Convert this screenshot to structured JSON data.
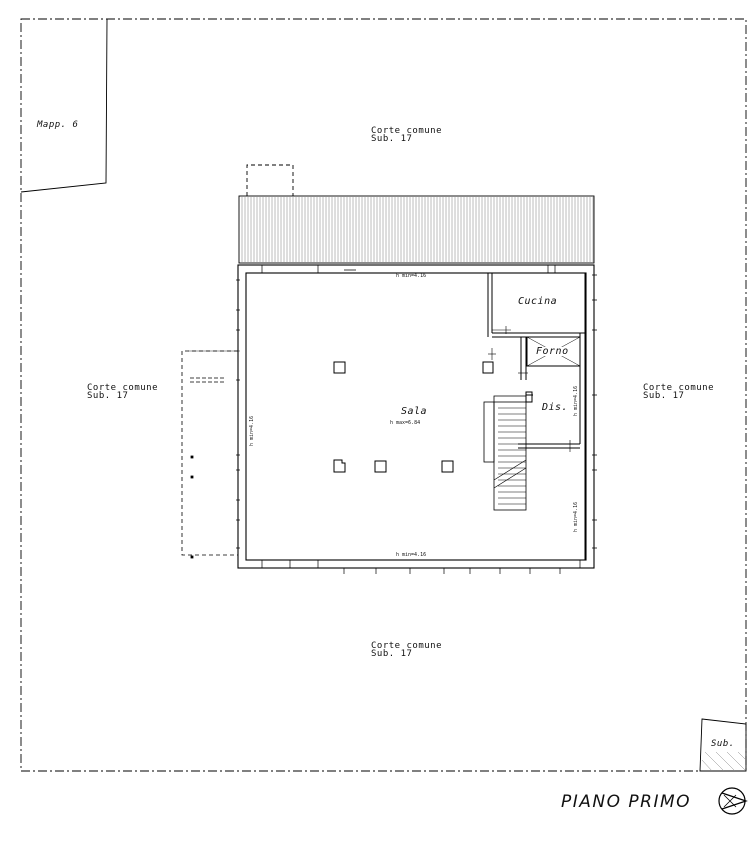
{
  "drawing": {
    "title": "PIANO PRIMO",
    "north_symbol": "north-arrow-icon",
    "line_color": "#000000"
  },
  "labels": {
    "mapp": "Mapp. 6",
    "corte_top_1": "Corte comune",
    "corte_top_2": "Sub. 17",
    "corte_left_1": "Corte comune",
    "corte_left_2": "Sub. 17",
    "corte_right_1": "Corte comune",
    "corte_right_2": "Sub. 17",
    "corte_bottom_1": "Corte comune",
    "corte_bottom_2": "Sub. 17",
    "sub_corner": "Sub.",
    "rooms": {
      "cucina": "Cucina",
      "forno": "Forno",
      "sala": "Sala",
      "dis": "Dis."
    },
    "heights": {
      "top": "h min=4.16",
      "bottom": "h min=4.16",
      "left": "h min=4.16",
      "right_upper": "h min=4.16",
      "right_lower": "h min=4.16",
      "sala_max": "h max=6.84"
    }
  }
}
